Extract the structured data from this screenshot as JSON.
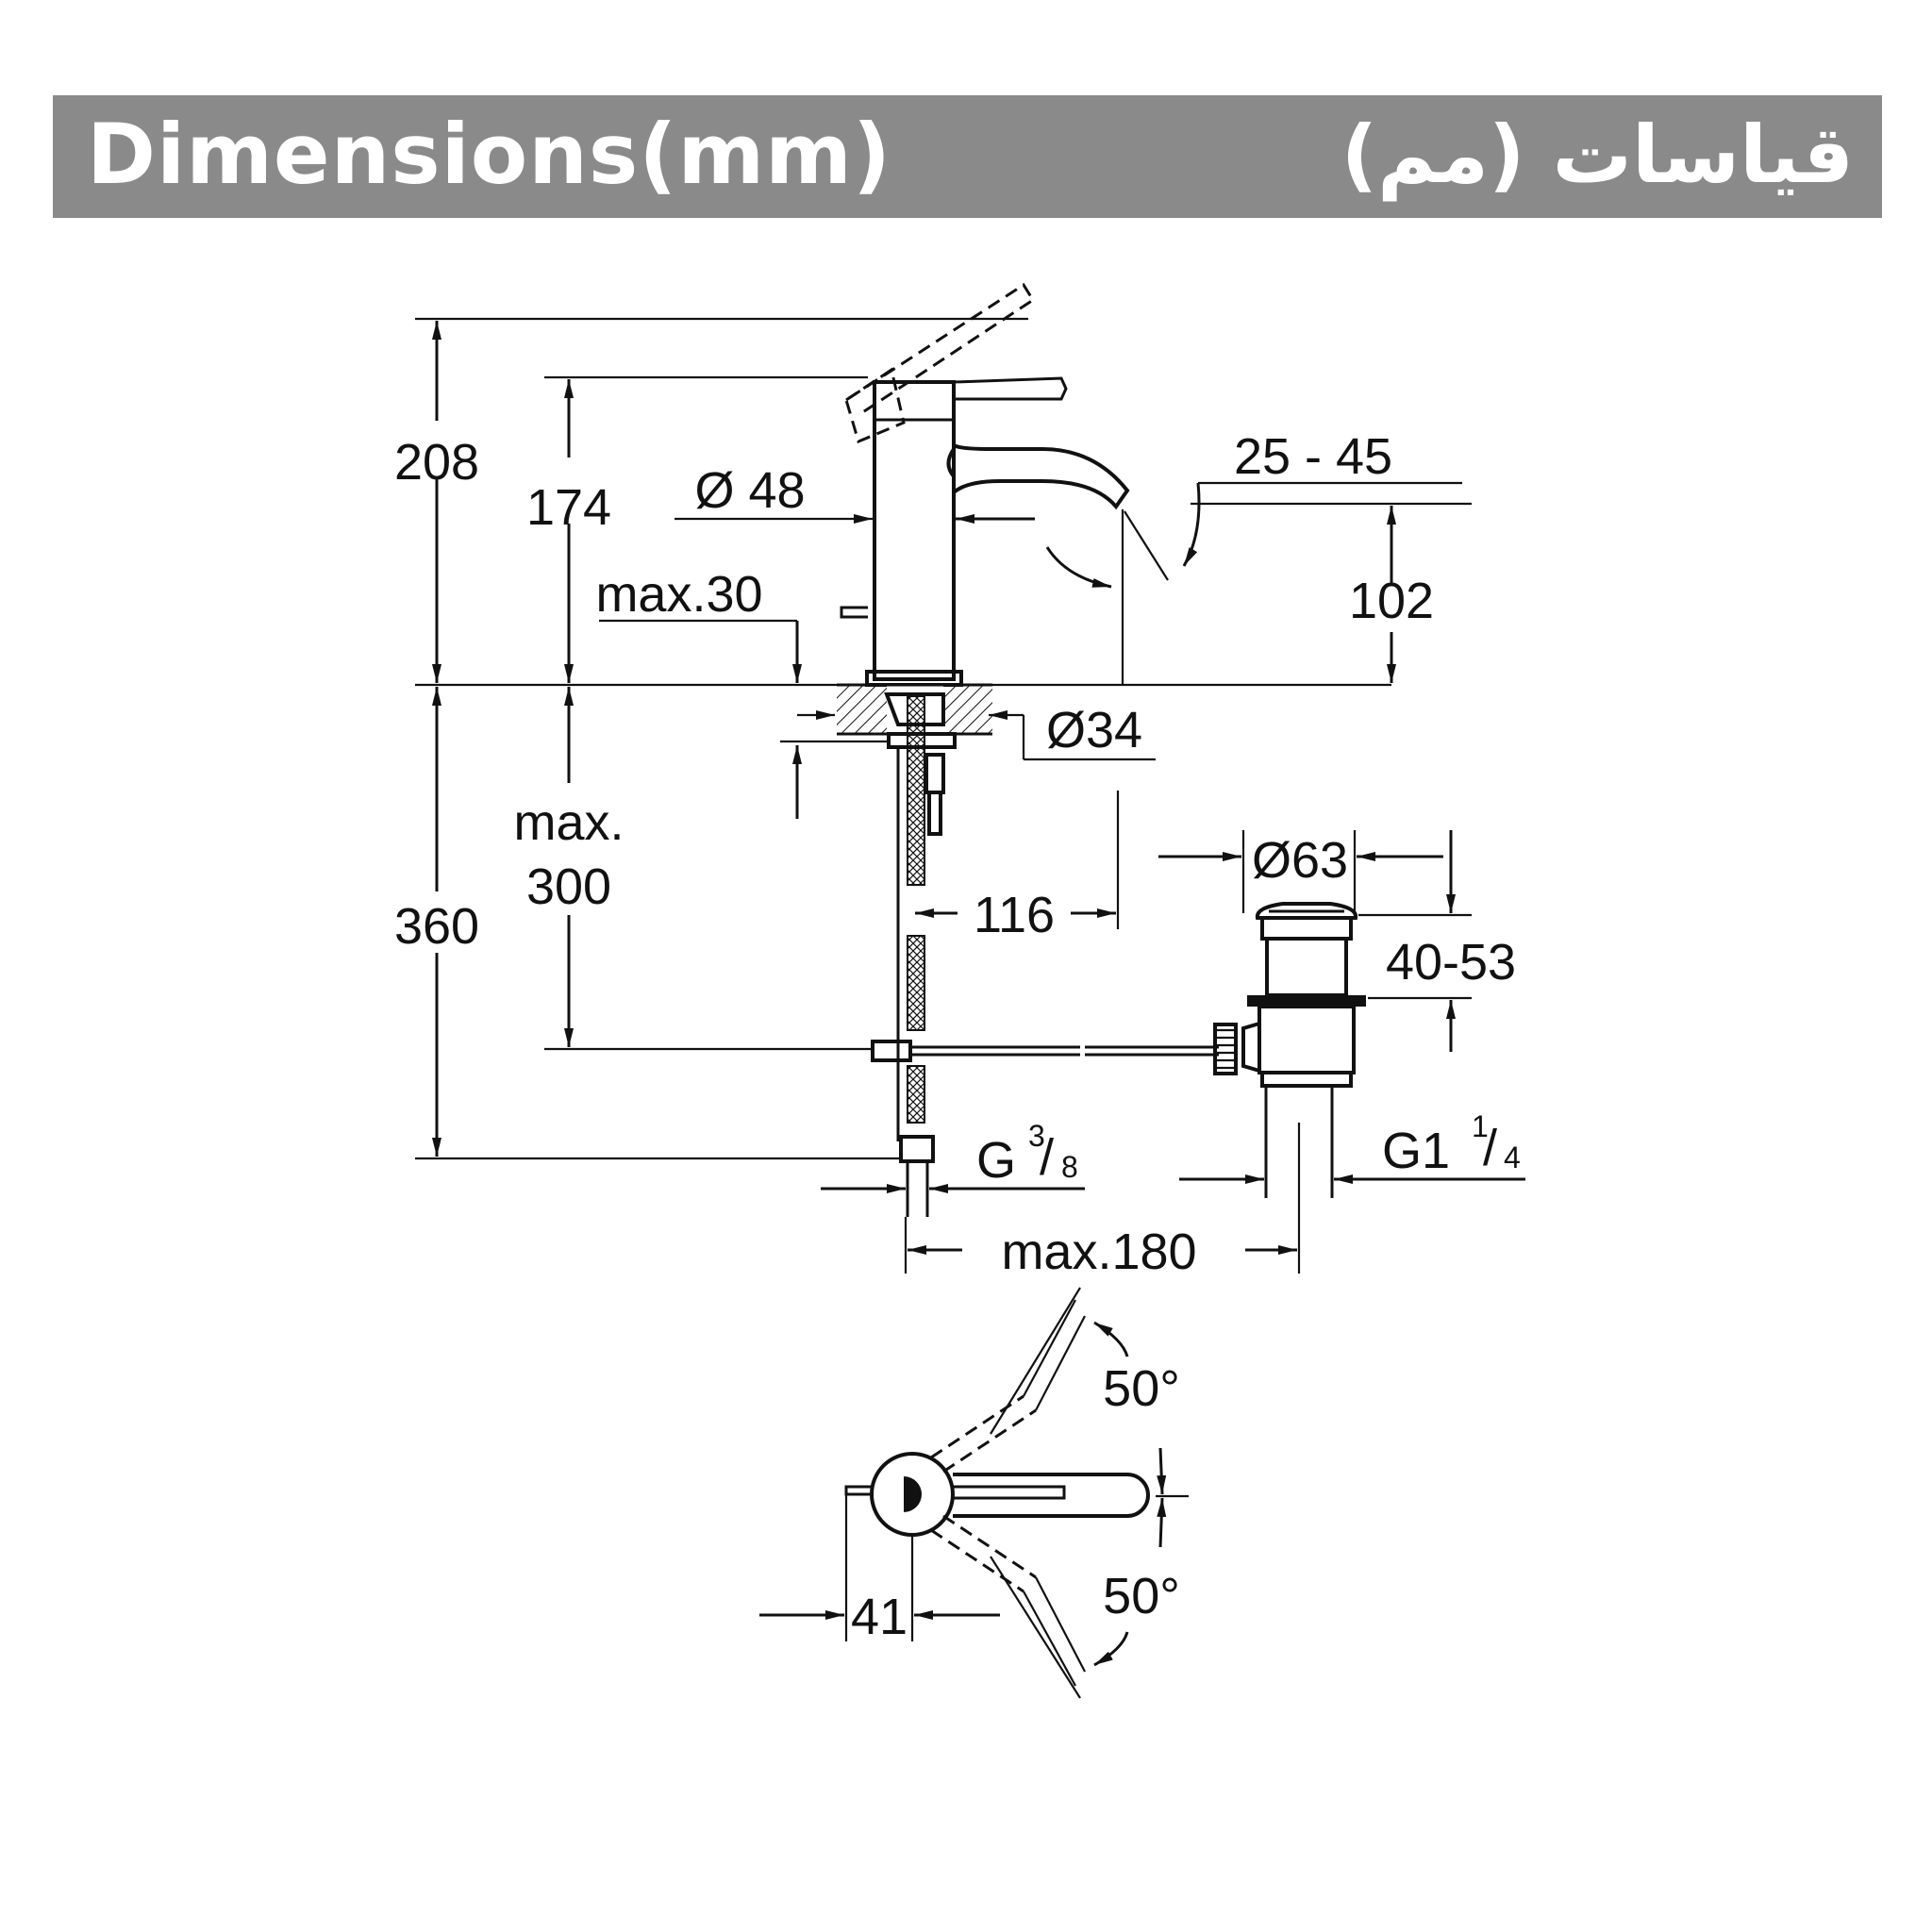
{
  "header": {
    "title_en": "Dimensions(mm)",
    "title_ar": "قياسات (مم)",
    "background": "#8a8a8a",
    "text_color": "#ffffff"
  },
  "dimensions": {
    "total_height": "208",
    "spout_height": "174",
    "body_diameter": "Ø 48",
    "spout_angle_range": "25 - 45",
    "spout_clearance": "102",
    "deck_thickness": "max.30",
    "hole_diameter": "Ø34",
    "max_below": "max.",
    "max_below_value": "300",
    "below_height": "360",
    "spout_reach": "116",
    "waste_diameter": "Ø63",
    "waste_adjust": "40-53",
    "connection": "G",
    "connection_num": "3",
    "connection_den": "8",
    "waste_thread": "G1",
    "waste_thread_num": "1",
    "waste_thread_den": "4",
    "max_offset": "max.180",
    "swivel_top": "50°",
    "swivel_bottom": "50°",
    "handle_offset": "41"
  }
}
